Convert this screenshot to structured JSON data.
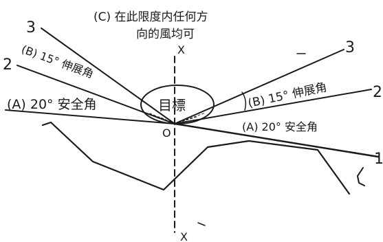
{
  "labels": {
    "zone_c_line1": "(C) 在此限度内任何方",
    "zone_c_line2": "向的風均可",
    "axis_top": "X",
    "axis_bottom": "X",
    "line_3": "3",
    "line_2": "2",
    "line_1": "1",
    "angle_b_left": "(B) 15° 伸展角",
    "angle_a_left": "(A) 20° 安全角",
    "angle_b_right": "(B) 15° 伸展角",
    "angle_a_right": "(A) 20° 安全角",
    "target": "目標",
    "origin": "O"
  },
  "colors": {
    "ink": "#1a1a1a",
    "paper": "#ffffff"
  }
}
